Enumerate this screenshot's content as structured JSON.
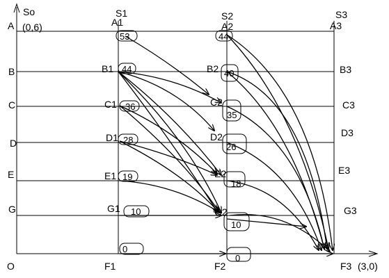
{
  "stages": {
    "s0": "So",
    "s1": "S1",
    "s2": "S2",
    "s3": "S3"
  },
  "origin": "O",
  "coord_top": "(0,6)",
  "coord_right": "(3,0)",
  "row_labels_left": [
    "A",
    "B",
    "C",
    "D",
    "E",
    "G"
  ],
  "row_labels_right": [
    "A3",
    "B3",
    "C3",
    "D3",
    "E3",
    "G3"
  ],
  "bottom_labels": [
    "F1",
    "F2",
    "F3"
  ],
  "col1_nodes": [
    {
      "label": "A1",
      "value": "53"
    },
    {
      "label": "B1",
      "value": "44"
    },
    {
      "label": "C1",
      "value": "36"
    },
    {
      "label": "D1",
      "value": "28"
    },
    {
      "label": "E1",
      "value": "19"
    },
    {
      "label": "G1",
      "value": "10"
    },
    {
      "label": "",
      "value": "0"
    }
  ],
  "col2_nodes": [
    {
      "label": "A2",
      "value": "44"
    },
    {
      "label": "B2",
      "value": "40"
    },
    {
      "label": "C2",
      "value": "35"
    },
    {
      "label": "D2",
      "value": "26"
    },
    {
      "label": "E2",
      "value": "18"
    },
    {
      "label": "G2",
      "value": "10"
    },
    {
      "label": "",
      "value": "0"
    }
  ]
}
